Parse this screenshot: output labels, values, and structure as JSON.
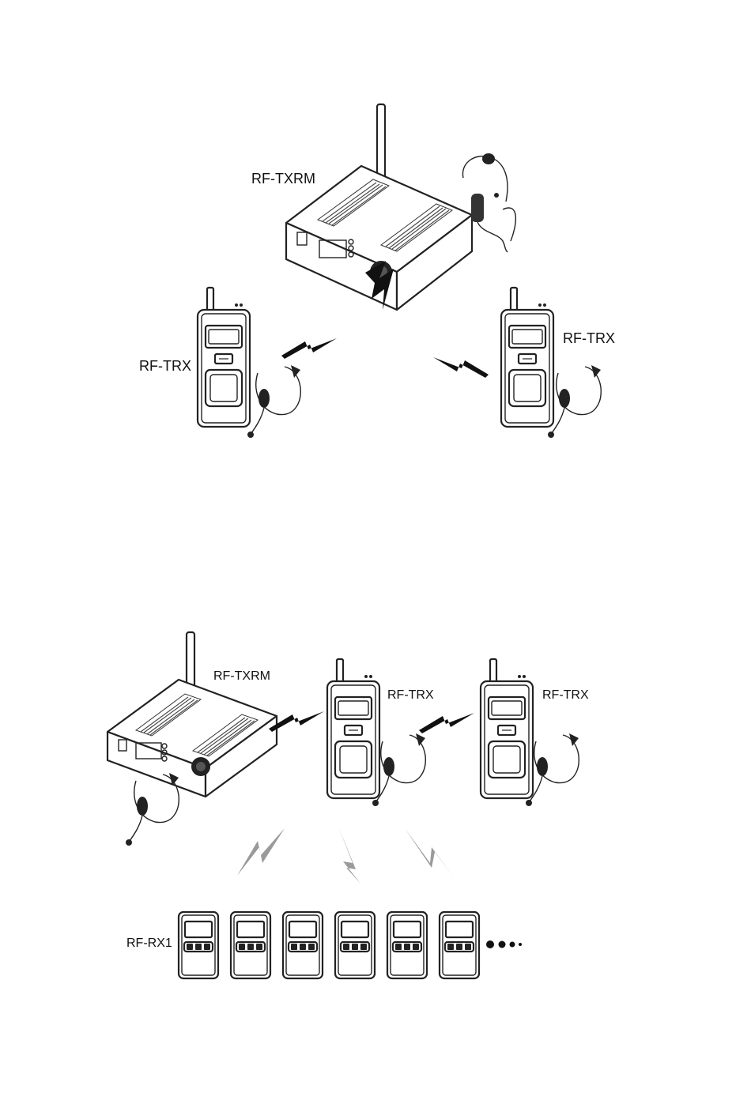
{
  "diagram_top": {
    "base_label": "RF-TXRM",
    "left_unit_label": "RF-TRX",
    "right_unit_label": "RF-TRX"
  },
  "diagram_bottom": {
    "base_label": "RF-TXRM",
    "unit1_label": "RF-TRX",
    "unit2_label": "RF-TRX",
    "receiver_label": "RF-RX1",
    "receiver_count_shown": 6
  }
}
